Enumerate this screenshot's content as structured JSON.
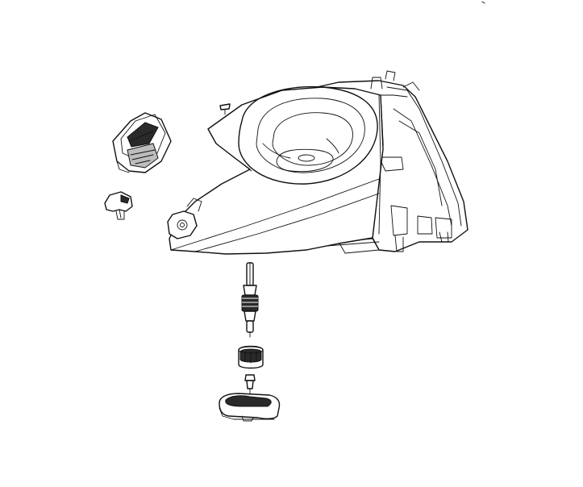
{
  "diagram": {
    "parts": [
      {
        "name": "headlamp-housing"
      },
      {
        "name": "headlamp-lens-cover"
      },
      {
        "name": "bulb-socket-cap"
      },
      {
        "name": "bulb-socket-connector"
      },
      {
        "name": "small-screw"
      },
      {
        "name": "adjuster-screw-rod"
      },
      {
        "name": "adjuster-grommet"
      },
      {
        "name": "push-pin-retainer"
      },
      {
        "name": "mounting-bracket-pad"
      }
    ],
    "colors": {
      "line": "#111111",
      "background": "#ffffff",
      "shade": "#2a2a2a"
    }
  }
}
